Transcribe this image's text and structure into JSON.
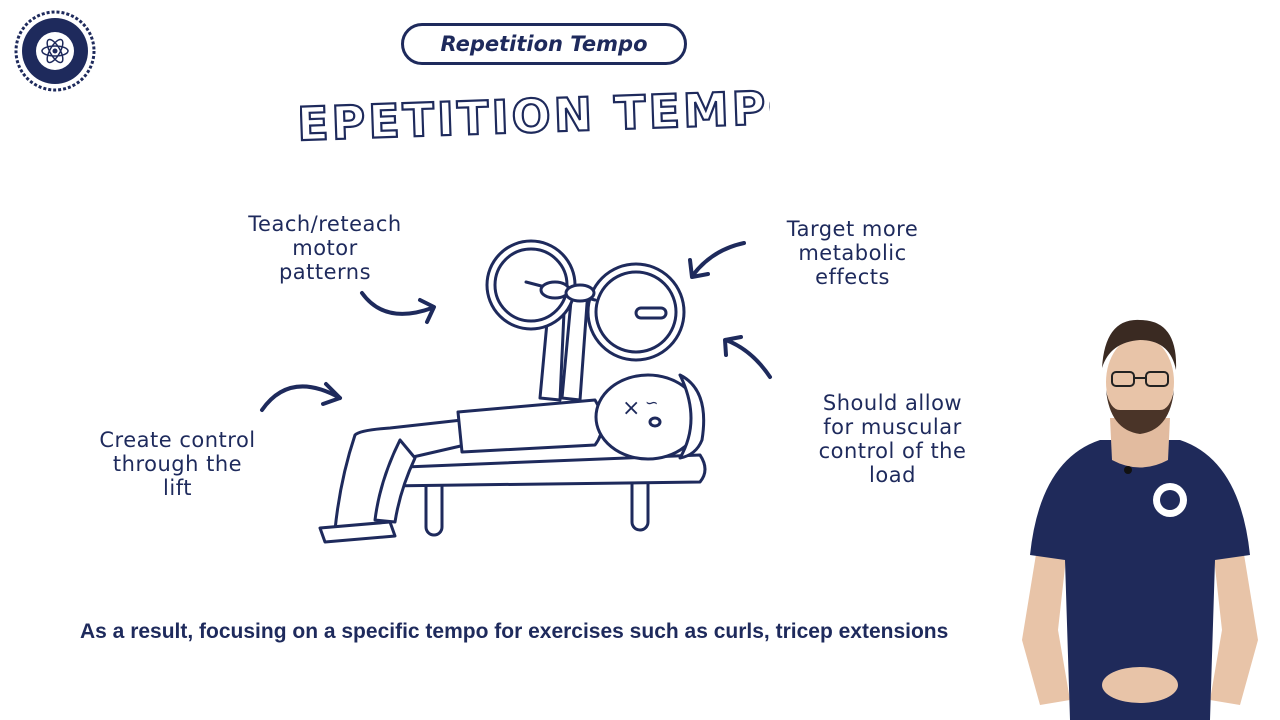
{
  "title_pill": "Repetition Tempo",
  "heading": "REPETITION TEMPO",
  "notes": {
    "teach": [
      "Teach/reteach",
      "motor",
      "patterns"
    ],
    "target": [
      "Target more",
      "metabolic",
      "effects"
    ],
    "control": [
      "Create control",
      "through the",
      "lift"
    ],
    "muscular": [
      "Should allow",
      "for muscular",
      "control of the",
      "load"
    ]
  },
  "caption": "As a result, focusing on a specific tempo for exercises such as curls, tricep extensions",
  "colors": {
    "ink": "#1e2a5c",
    "background": "#ffffff",
    "shirt": "#1f2a5a"
  },
  "icons": [
    "academy-logo",
    "bench-press-illustration",
    "arrow-icon"
  ]
}
